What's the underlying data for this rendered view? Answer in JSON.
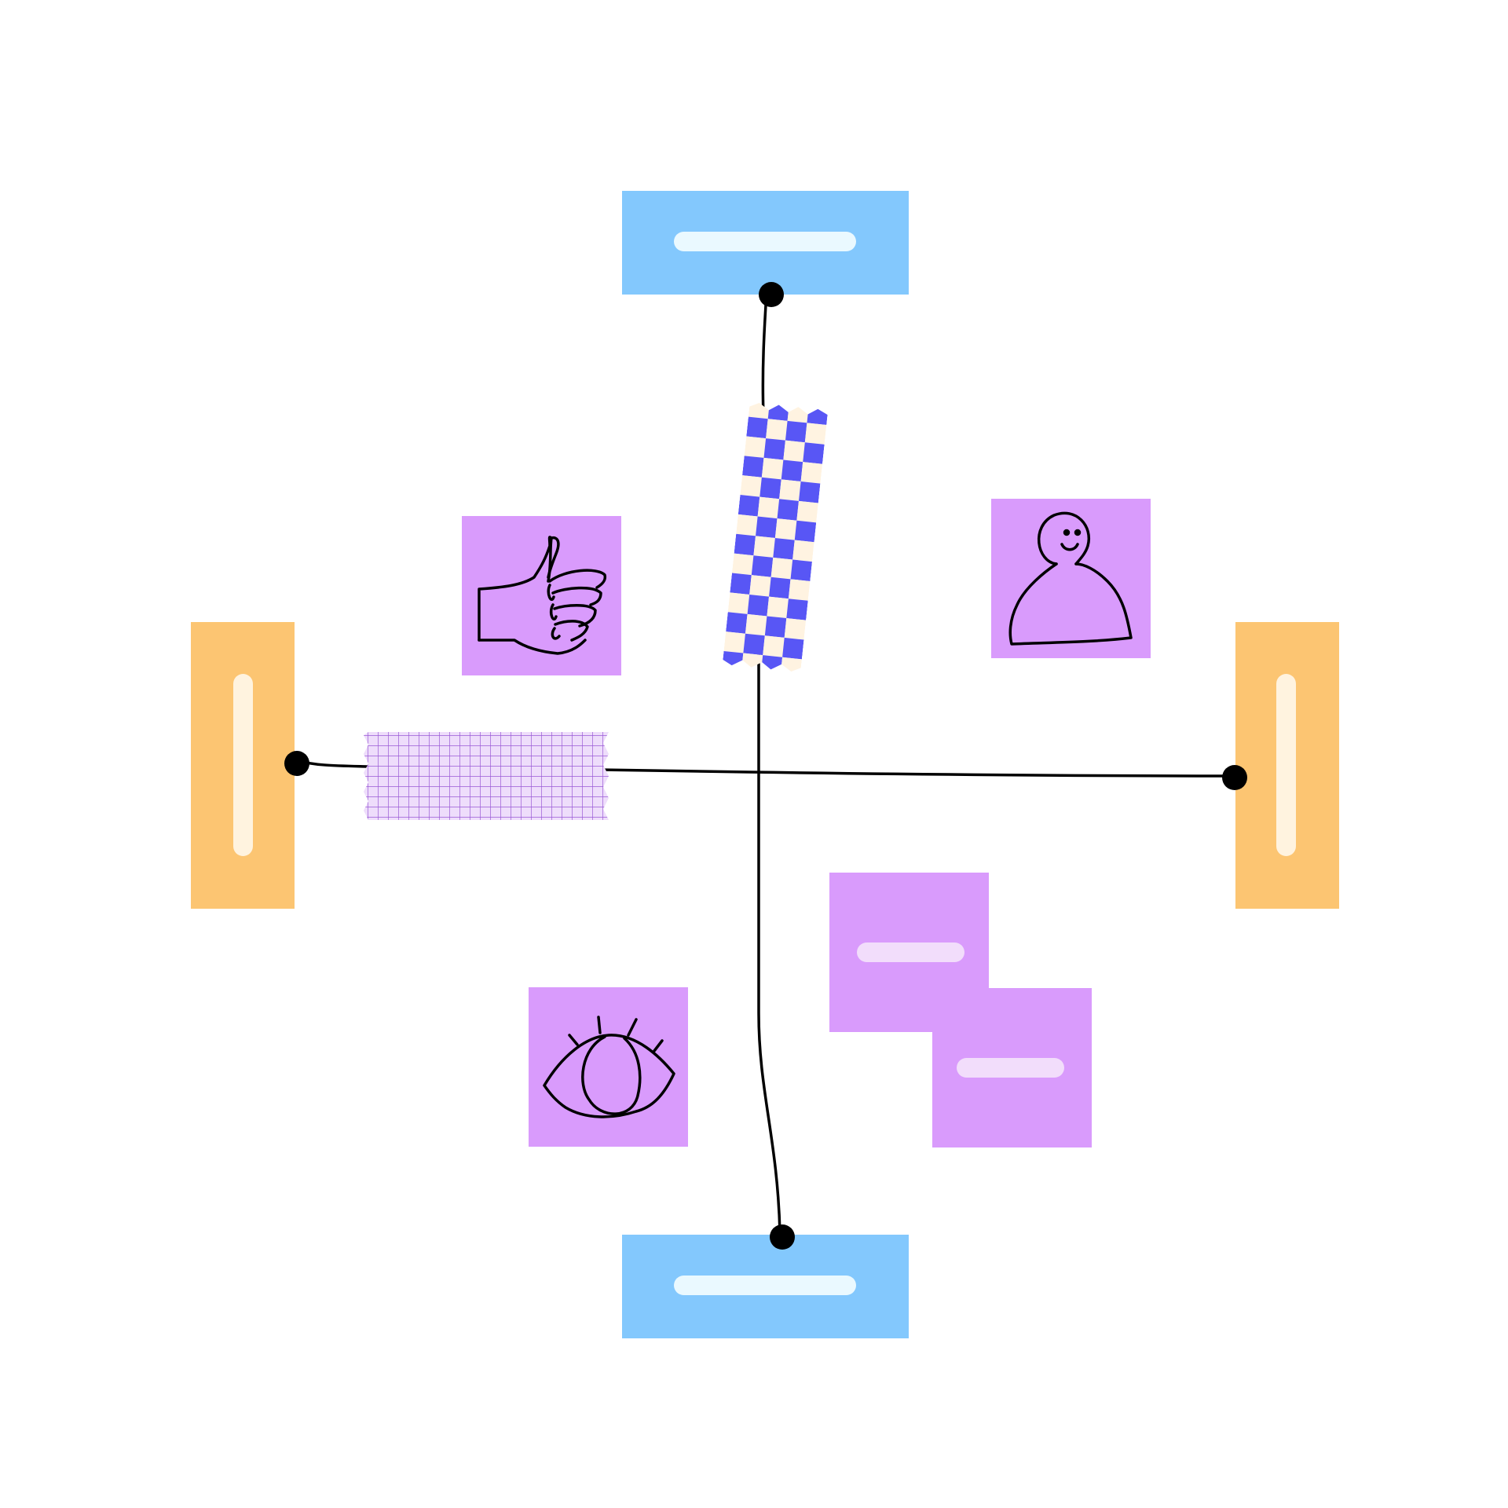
{
  "diagram": {
    "kind": "quadrant-board",
    "background": "#ffffff",
    "colors": {
      "blue_card": "#83C8FD",
      "blue_bar": "#EAF9FF",
      "orange_card": "#FCC572",
      "orange_bar": "#FFF3DF",
      "purple_note": "#D99BFC",
      "purple_bar": "#F2DDFB",
      "line": "#000000",
      "check_blue": "#5856F5",
      "check_cream": "#FFF3E1",
      "grid_fill": "#EEDDFB",
      "grid_line": "#9A5AD6"
    },
    "cards": [
      {
        "id": "top",
        "color": "blue"
      },
      {
        "id": "bottom",
        "color": "blue"
      },
      {
        "id": "left",
        "color": "orange"
      },
      {
        "id": "right",
        "color": "orange"
      }
    ],
    "notes": [
      {
        "id": "thumbs-up",
        "icon": "thumbs-up-icon"
      },
      {
        "id": "person",
        "icon": "person-icon"
      },
      {
        "id": "eye",
        "icon": "eye-icon"
      },
      {
        "id": "blank-1",
        "icon": ""
      },
      {
        "id": "blank-2",
        "icon": ""
      }
    ],
    "tapes": [
      {
        "id": "checkered-tape",
        "pattern": "checkerboard"
      },
      {
        "id": "grid-tape",
        "pattern": "grid"
      }
    ]
  }
}
